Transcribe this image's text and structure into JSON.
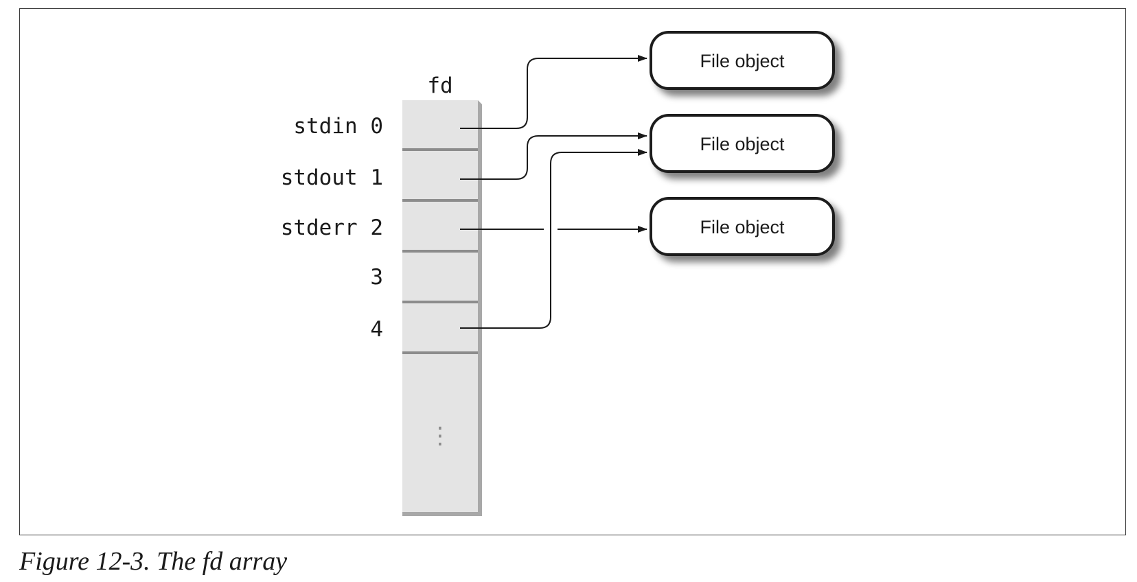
{
  "array_header": "fd",
  "slots": [
    {
      "label": "stdin 0"
    },
    {
      "label": "stdout 1"
    },
    {
      "label": "stderr 2"
    },
    {
      "label": "3"
    },
    {
      "label": "4"
    }
  ],
  "file_objects": [
    {
      "label": "File object"
    },
    {
      "label": "File object"
    },
    {
      "label": "File object"
    }
  ],
  "connections": [
    {
      "from": "stdin 0",
      "to": 0
    },
    {
      "from": "stdout 1",
      "to": 1
    },
    {
      "from": "stderr 2",
      "to": 2
    },
    {
      "from": "4",
      "to": 1
    }
  ],
  "continuation": "⋮",
  "caption": "Figure 12-3. The fd array"
}
